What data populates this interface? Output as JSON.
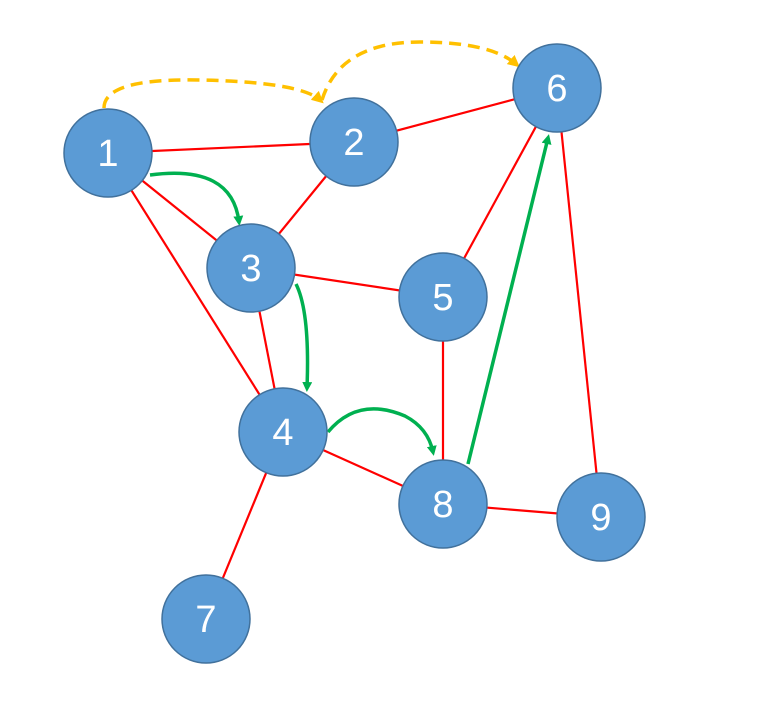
{
  "colors": {
    "node_fill": "#5b9bd5",
    "node_stroke": "#41719c",
    "edge": "#ff0000",
    "path_arrow": "#00b050",
    "dashed_arrow": "#ffc000",
    "label": "#ffffff"
  },
  "nodes": [
    {
      "id": "1",
      "label": "1"
    },
    {
      "id": "2",
      "label": "2"
    },
    {
      "id": "3",
      "label": "3"
    },
    {
      "id": "4",
      "label": "4"
    },
    {
      "id": "5",
      "label": "5"
    },
    {
      "id": "6",
      "label": "6"
    },
    {
      "id": "7",
      "label": "7"
    },
    {
      "id": "8",
      "label": "8"
    },
    {
      "id": "9",
      "label": "9"
    }
  ],
  "edges": [
    [
      "1",
      "2"
    ],
    [
      "1",
      "3"
    ],
    [
      "1",
      "4"
    ],
    [
      "2",
      "3"
    ],
    [
      "2",
      "6"
    ],
    [
      "3",
      "4"
    ],
    [
      "3",
      "5"
    ],
    [
      "4",
      "7"
    ],
    [
      "4",
      "8"
    ],
    [
      "5",
      "6"
    ],
    [
      "5",
      "8"
    ],
    [
      "6",
      "9"
    ],
    [
      "8",
      "9"
    ]
  ],
  "green_path": [
    [
      "1",
      "3"
    ],
    [
      "3",
      "4"
    ],
    [
      "4",
      "8"
    ],
    [
      "8",
      "6"
    ]
  ],
  "dashed_path": [
    [
      "1",
      "2"
    ],
    [
      "2",
      "6"
    ]
  ]
}
